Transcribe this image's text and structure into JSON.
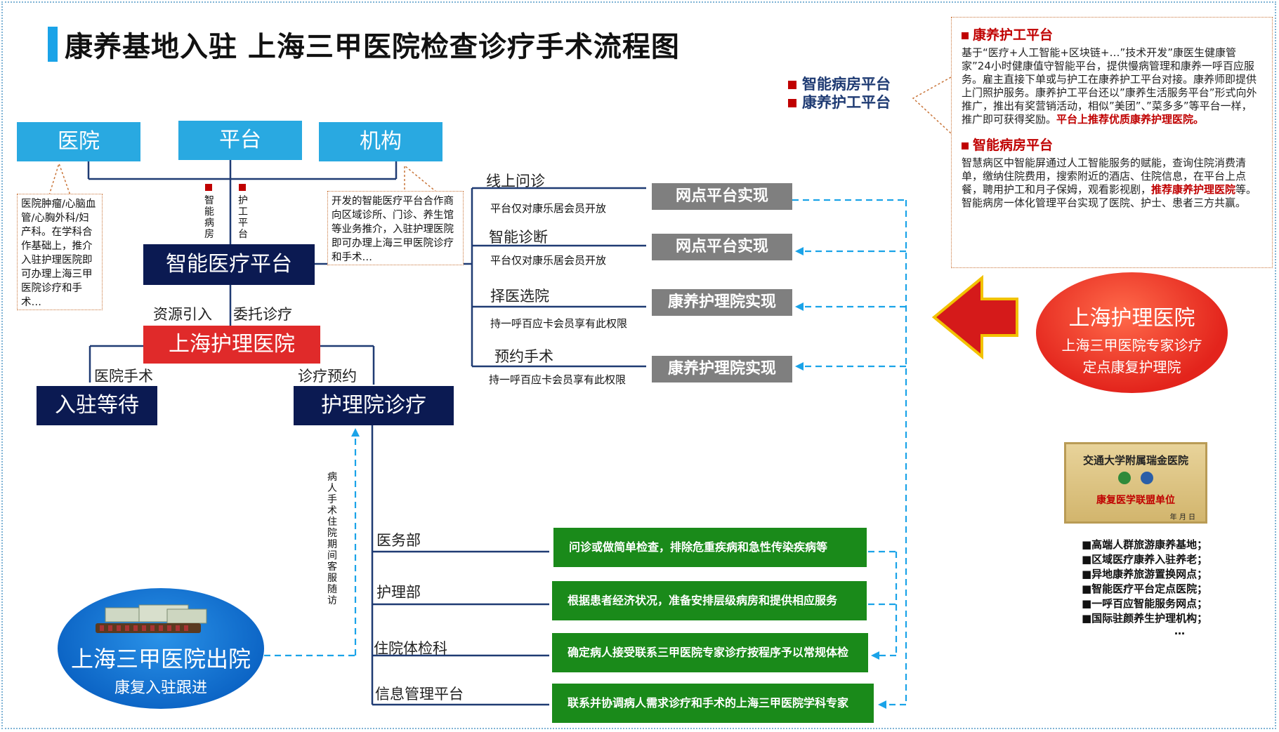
{
  "title": "康养基地入驻 上海三甲医院检查诊疗手术流程图",
  "top_boxes": [
    "医院",
    "平台",
    "机构"
  ],
  "vertical_labels": {
    "smart_ward": "智能病房",
    "nursing_platform": "护工平台"
  },
  "left_note": "医院肿瘤/心脑血管/心胸外科/妇产科。在学科合作基础上，推介入驻护理医院即可办理上海三甲医院诊疗和手术…",
  "middle_note": "开发的智能医疗平台合作商向区域诊所、门诊、养生馆等业务推介，入驻护理医院即可办理上海三甲医院诊疗和手术…",
  "smart_platform": "智能医疗平台",
  "resource_label": "资源引入",
  "entrust_label": "委托诊疗",
  "shanghai_nursing_hospital": "上海护理医院",
  "hospital_surgery_label": "医院手术",
  "diagnosis_appointment_label": "诊疗预约",
  "wait_box": "入驻等待",
  "nursing_diagnosis_box": "护理院诊疗",
  "services": [
    {
      "name": "线上问诊",
      "note": "平台仅对康乐居会员开放",
      "impl": "网点平台实现"
    },
    {
      "name": "智能诊断",
      "note": "平台仅对康乐居会员开放",
      "impl": "网点平台实现"
    },
    {
      "name": "择医选院",
      "note": "持一呼百应卡会员享有此权限",
      "impl": "康养护理院实现"
    },
    {
      "name": "预约手术",
      "note": "持一呼百应卡会员享有此权限",
      "impl": "康养护理院实现"
    }
  ],
  "departments": [
    {
      "name": "医务部",
      "task": "问诊或做简单检查，排除危重疾病和急性传染疾病等"
    },
    {
      "name": "护理部",
      "task": "根据患者经济状况，准备安排层级病房和提供相应服务"
    },
    {
      "name": "住院体检科",
      "task": "确定病人接受联系三甲医院专家诊疗按程序予以常规体检"
    },
    {
      "name": "信息管理平台",
      "task": "联系并协调病人需求诊疗和手术的上海三甲医院学科专家"
    }
  ],
  "followup_vertical": "病人手术住院期间客服随访",
  "platform_tags": [
    "智能病房平台",
    "康养护工平台"
  ],
  "right_panel": {
    "section1_title": "康养护工平台",
    "section1_text": "基于“医疗+人工智能+区块链+…”技术开发”康医生健康管家”24小时健康值守智能平台，提供慢病管理和康养一呼百应服务。雇主直接下单或与护工在康养护工平台对接。康养师即提供上门照护服务。康养护工平台还以”康养生活服务平台”形式向外推广，推出有奖营销活动，相似”美团”、”菜多多”等平台一样，推广即可获得奖励。",
    "section1_red": "平台上推荐优质康养护理医院。",
    "section2_title": "智能病房平台",
    "section2_text_a": "智慧病区中智能屏通过人工智能服务的赋能，查询住院消费清单，缴纳住院费用，搜索附近的酒店、住院信息，在平台上点餐，聘用护工和月子保姆，观看影视剧，",
    "section2_red": "推荐康养护理医院",
    "section2_text_b": "等。智能病房一体化管理平台实现了医院、护士、患者三方共赢。"
  },
  "red_ellipse": {
    "title": "上海护理医院",
    "line1": "上海三甲医院专家诊疗",
    "line2": "定点康复护理院"
  },
  "blue_ellipse": {
    "title": "上海三甲医院出院",
    "subtitle": "康复入驻跟进"
  },
  "badge": {
    "arc_text": "交通大学附属瑞金医院",
    "unit": "康复医学联盟单位",
    "date": "年 月 日"
  },
  "bullets": [
    "■高端人群旅游康养基地；",
    "■区域医疗康养入驻养老；",
    "■异地康养旅游置换网点；",
    "■智能医疗平台定点医院；",
    "■一呼百应智能服务网点；",
    "■国际驻颜养生护理机构；",
    "…"
  ],
  "colors": {
    "navy": "#0b1a52",
    "red": "#e02a2a",
    "sky": "#29a9e1",
    "green": "#1a8a1a",
    "grey": "#7f7f7f",
    "dash_blue": "#1aa3e8"
  }
}
